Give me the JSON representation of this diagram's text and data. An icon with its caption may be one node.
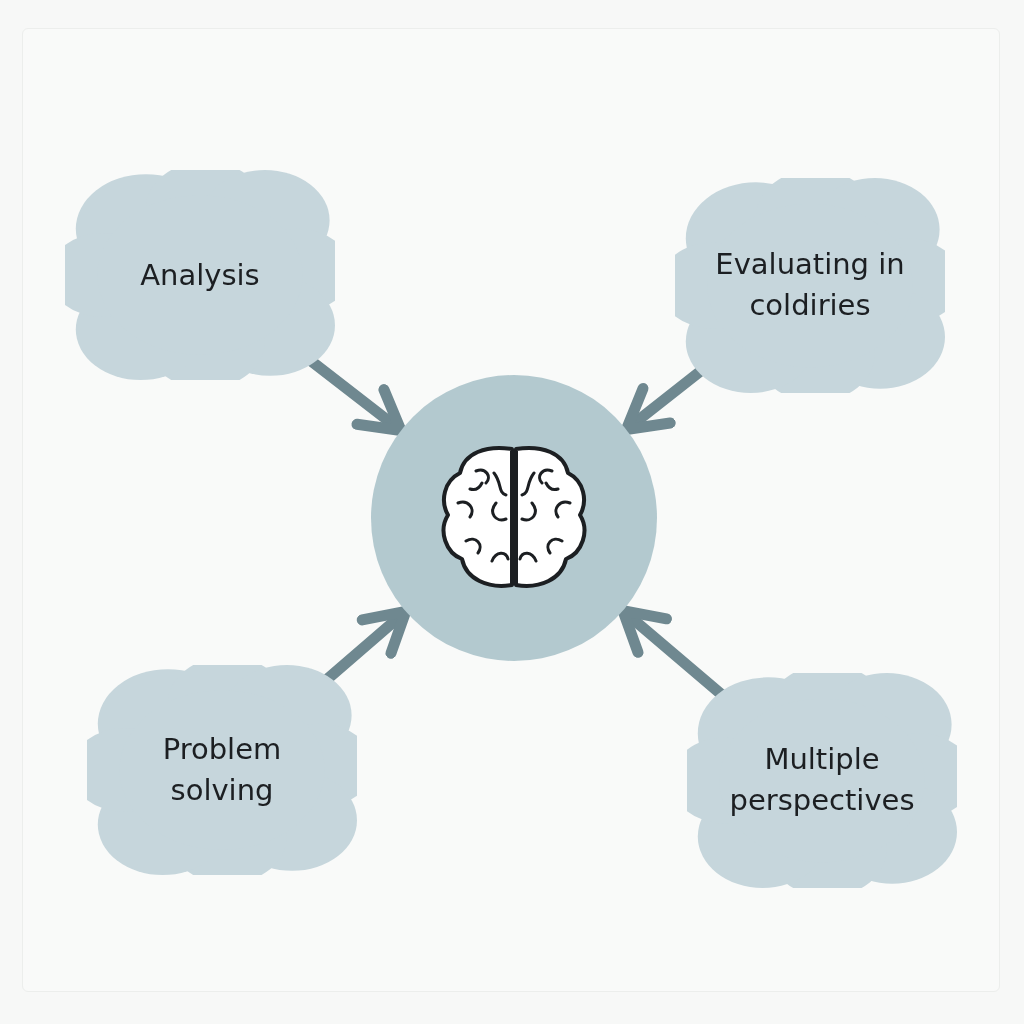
{
  "diagram": {
    "nodes": [
      {
        "text": [
          "Analysis"
        ]
      },
      {
        "text": [
          "Evaluating in coldiries"
        ]
      },
      {
        "text": [],
        "shape": "circle"
      },
      {
        "text": [
          "Problem solving"
        ]
      },
      {
        "text": [
          "Multiple perspectives"
        ]
      }
    ],
    "edges": [
      {
        "from": 0,
        "to": 2,
        "arrow": "to"
      },
      {
        "from": 1,
        "to": 2,
        "arrow": "to"
      },
      {
        "from": 3,
        "to": 2,
        "arrow": "to"
      },
      {
        "from": 4,
        "to": 2,
        "arrow": "to"
      }
    ]
  }
}
